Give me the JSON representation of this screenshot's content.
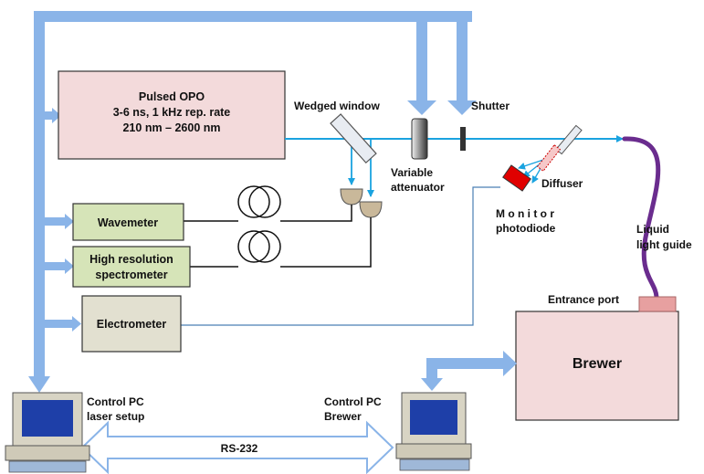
{
  "colors": {
    "pc_link_arrows": "#8ab4e8",
    "beam": "#1aa3e0",
    "fiber_guide": "#6a2c8e",
    "opo_box": "#f3dadb",
    "instrument_box": "#d6e4b8",
    "electrometer_box": "#e2e0d0",
    "brewer_box": "#f3dadb",
    "entrance_port": "#e7a0a0",
    "photodiode": "#e00000",
    "screen": "#1e3fa8"
  },
  "boxes": {
    "opo": {
      "line1": "Pulsed OPO",
      "line2": "3-6 ns, 1 kHz rep. rate",
      "line3": "210 nm – 2600 nm"
    },
    "wavemeter": "Wavemeter",
    "spectrometer": {
      "line1": "High resolution",
      "line2": "spectrometer"
    },
    "electrometer": "Electrometer",
    "brewer": "Brewer"
  },
  "labels": {
    "wedged_window": "Wedged window",
    "shutter": "Shutter",
    "variable_attenuator": {
      "line1": "Variable",
      "line2": "attenuator"
    },
    "diffuser": "Diffuser",
    "monitor_photodiode": {
      "line1": "M o n i t o r",
      "line2": "photodiode"
    },
    "liquid_light_guide": {
      "line1": "Liquid",
      "line2": "light guide"
    },
    "entrance_port": "Entrance port",
    "pc_laser": {
      "line1": "Control PC",
      "line2": "laser setup"
    },
    "pc_brewer": {
      "line1": "Control PC",
      "line2": "Brewer"
    },
    "rs232": "RS-232"
  },
  "icons": [
    "computer-icon",
    "fiber-coil-icon",
    "detector-icon",
    "photodiode-icon",
    "diffuser-icon",
    "mirror-icon"
  ]
}
